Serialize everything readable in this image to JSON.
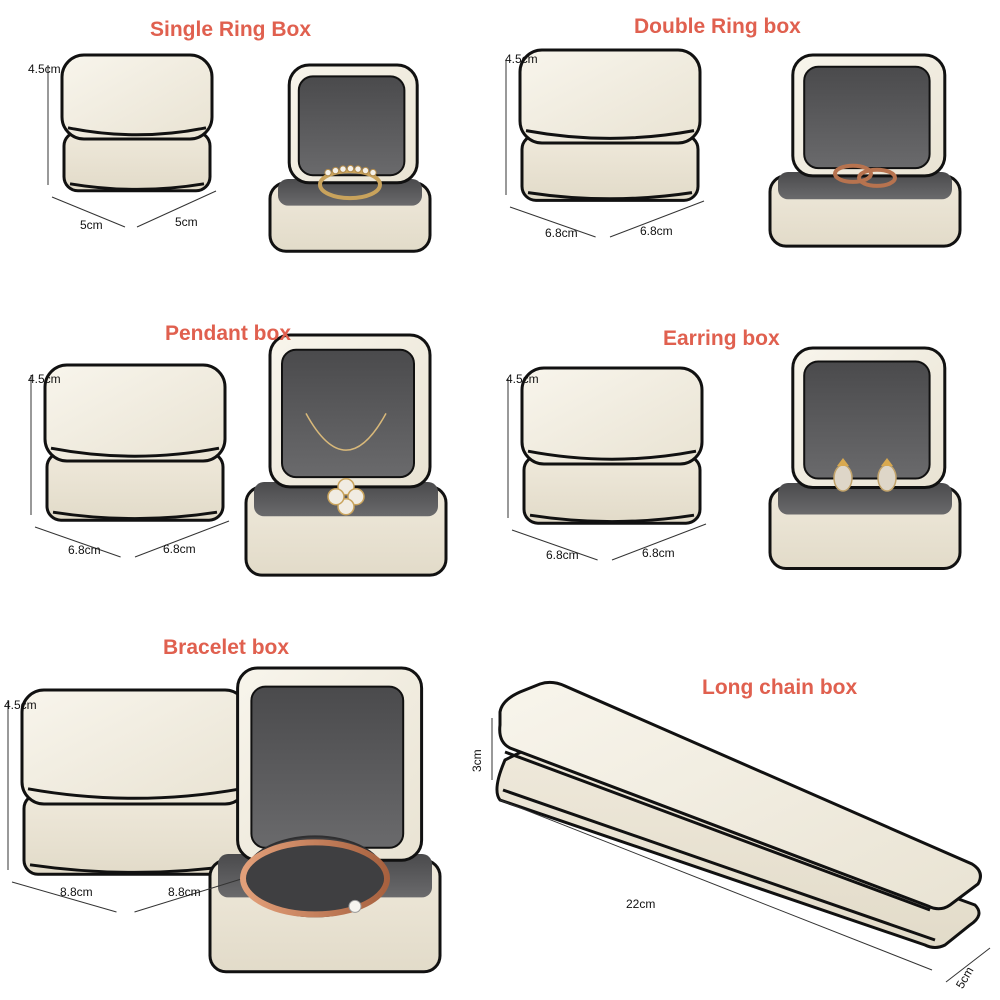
{
  "colors": {
    "title": "#e0604f",
    "box_body": "#f3efe4",
    "box_trim": "#111111",
    "interior": "#5b5b5d",
    "dimension_line": "#333333"
  },
  "panels": [
    {
      "title": "Single Ring Box",
      "dims": {
        "height": "4.5cm",
        "depth": "5cm",
        "width": "5cm"
      },
      "contents": "ring"
    },
    {
      "title": "Double Ring box",
      "dims": {
        "height": "4.5cm",
        "depth": "6.8cm",
        "width": "6.8cm"
      },
      "contents": "two-rings"
    },
    {
      "title": "Pendant box",
      "dims": {
        "height": "4.5cm",
        "depth": "6.8cm",
        "width": "6.8cm"
      },
      "contents": "pendant"
    },
    {
      "title": "Earring box",
      "dims": {
        "height": "4.5cm",
        "depth": "6.8cm",
        "width": "6.8cm"
      },
      "contents": "earrings"
    },
    {
      "title": "Bracelet box",
      "dims": {
        "height": "4.5cm",
        "depth": "8.8cm",
        "width": "8.8cm"
      },
      "contents": "bracelet"
    }
  ],
  "long_chain": {
    "title": "Long chain box",
    "dims": {
      "height": "3cm",
      "length": "22cm",
      "width": "5cm"
    }
  }
}
